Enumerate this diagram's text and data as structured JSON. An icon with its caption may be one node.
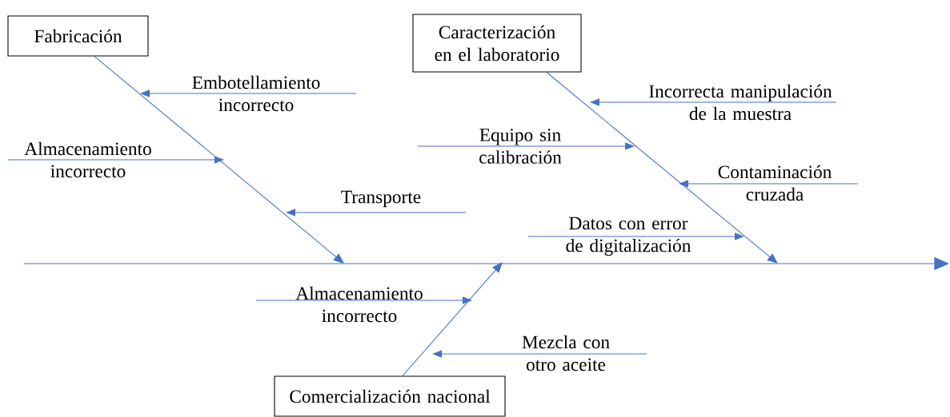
{
  "diagram": {
    "nodes": [
      {
        "text": [
          "Fabricación"
        ]
      },
      {
        "text": [
          "Caracterización en el laboratorio"
        ]
      },
      {
        "text": [
          "Comercialización nacional"
        ]
      },
      {
        "text": [
          "Embotellamiento incorrecto"
        ]
      },
      {
        "text": [
          "Almacenamiento incorrecto"
        ]
      },
      {
        "text": [
          "Transporte"
        ]
      },
      {
        "text": [
          "Equipo sin calibración"
        ]
      },
      {
        "text": [
          "Incorrecta manipulación de la muestra"
        ]
      },
      {
        "text": [
          "Contaminación cruzada"
        ]
      },
      {
        "text": [
          "Datos con error de digitalización"
        ]
      },
      {
        "text": [
          "Almacenamiento incorrecto"
        ]
      },
      {
        "text": [
          "Mezcla con otro aceite"
        ]
      }
    ],
    "edges": [
      {
        "from": 0,
        "to": null,
        "arrow": "to"
      },
      {
        "from": 1,
        "to": null,
        "arrow": "to"
      },
      {
        "from": 2,
        "to": null,
        "arrow": "to"
      },
      {
        "from": 3,
        "to": null,
        "arrow": "to"
      },
      {
        "from": 4,
        "to": null,
        "arrow": "to"
      },
      {
        "from": 5,
        "to": null,
        "arrow": "to"
      },
      {
        "from": 6,
        "to": null,
        "arrow": "to"
      },
      {
        "from": 7,
        "to": null,
        "arrow": "to"
      },
      {
        "from": 8,
        "to": null,
        "arrow": "to"
      },
      {
        "from": 9,
        "to": null,
        "arrow": "to"
      },
      {
        "from": 10,
        "to": null,
        "arrow": "to"
      },
      {
        "from": 11,
        "to": null,
        "arrow": "to"
      }
    ]
  }
}
